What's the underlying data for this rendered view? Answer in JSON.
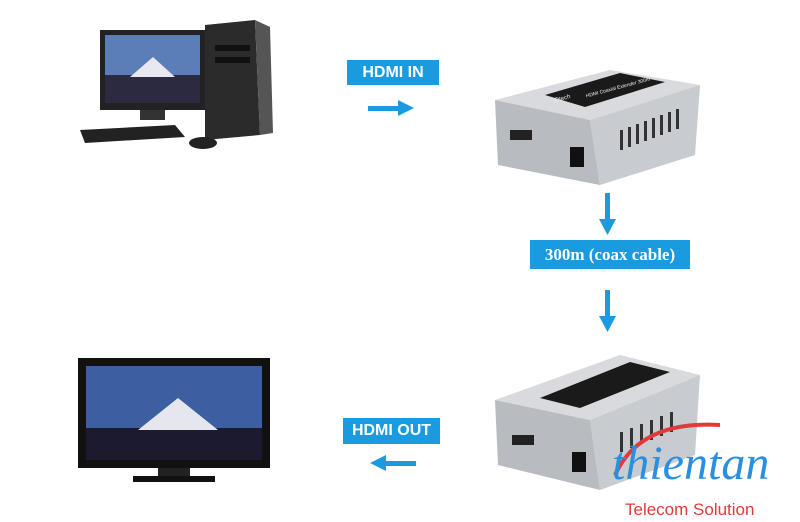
{
  "labels": {
    "hdmi_in": "HDMI IN",
    "cable": "300m (coax cable)",
    "hdmi_out": "HDMI OUT"
  },
  "device": {
    "brand": "Dtech",
    "model": "HDMI Coaxial Extender 300m"
  },
  "logo": {
    "name": "thientan",
    "tagline": "Telecom Solution"
  },
  "colors": {
    "accent": "#1a9be0",
    "logo_blue": "#2a8fe0",
    "logo_red": "#e23a3a"
  }
}
